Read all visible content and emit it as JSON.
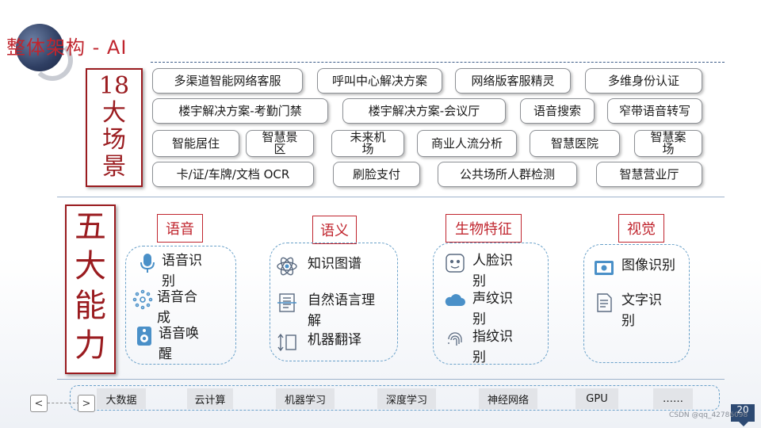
{
  "header": {
    "title": "整体架构 - AI"
  },
  "scenes": {
    "label": [
      "18",
      "大",
      "场",
      "景"
    ],
    "items": [
      "多渠道智能网络客服",
      "呼叫中心解决方案",
      "网络版客服精灵",
      "多维身份认证",
      "楼宇解决方案-考勤门禁",
      "楼宇解决方案-会议厅",
      "语音搜索",
      "窄带语音转写",
      "智能居住",
      "智慧景\n区",
      "未来机\n场",
      "商业人流分析",
      "智慧医院",
      "智慧案\n场",
      "卡/证/车牌/文档 OCR",
      "刷脸支付",
      "公共场所人群检测",
      "智慧营业厅"
    ]
  },
  "abilities": {
    "label": [
      "五",
      "大",
      "能",
      "力"
    ],
    "groups": [
      {
        "title": "语音",
        "items": [
          {
            "icon": "microphone-icon",
            "text": "语音识\n别"
          },
          {
            "icon": "speech-synthesis-icon",
            "text": "语音合\n成"
          },
          {
            "icon": "speaker-icon",
            "text": "语音唤\n醒"
          }
        ]
      },
      {
        "title": "语义",
        "items": [
          {
            "icon": "atom-icon",
            "text": "知识图谱"
          },
          {
            "icon": "document-scan-icon",
            "text": "自然语言理\n解"
          },
          {
            "icon": "translate-icon",
            "text": "机器翻译"
          }
        ]
      },
      {
        "title": "生物特征",
        "items": [
          {
            "icon": "face-icon",
            "text": "人脸识\n别"
          },
          {
            "icon": "voiceprint-cloud-icon",
            "text": "声纹识\n别"
          },
          {
            "icon": "fingerprint-icon",
            "text": "指纹识\n别"
          }
        ]
      },
      {
        "title": "视觉",
        "items": [
          {
            "icon": "image-recognition-icon",
            "text": "图像识别"
          },
          {
            "icon": "text-document-icon",
            "text": "文字识\n别"
          }
        ]
      }
    ]
  },
  "foundation": [
    "大数据",
    "云计算",
    "机器学习",
    "深度学习",
    "神经网络",
    "GPU",
    "……"
  ],
  "nav": {
    "prev": "<",
    "next": ">"
  },
  "footer": {
    "page": "20",
    "watermark": "CSDN @qq_42786098"
  },
  "colors": {
    "accent_red": "#c0252e",
    "dashed_blue": "#6aa1c9",
    "navy": "#2d4a73"
  }
}
